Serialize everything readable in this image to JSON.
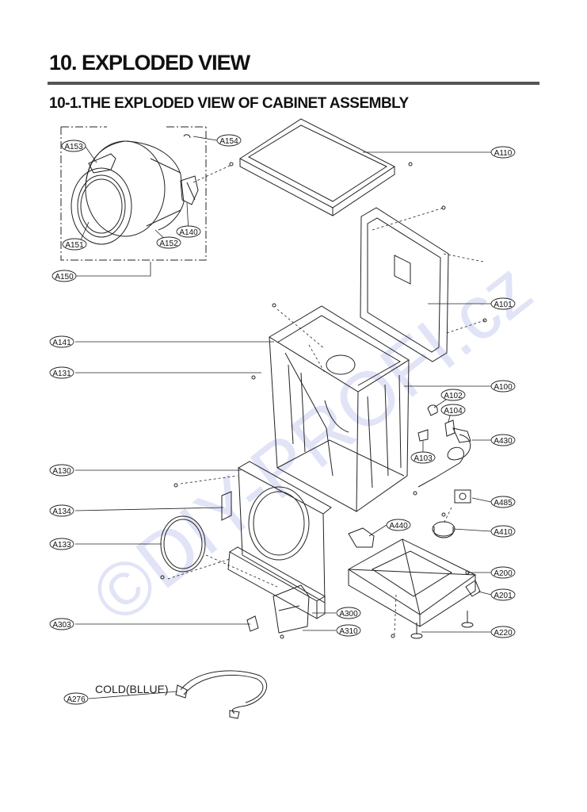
{
  "heading": "10. EXPLODED VIEW",
  "subheading": "10-1.THE EXPLODED VIEW OF CABINET ASSEMBLY",
  "watermark": "©DIY-PROFI.cz",
  "hose_caption": "COLD(BLLUE)",
  "labels": {
    "a153": "A153",
    "a154": "A154",
    "a151": "A151",
    "a152": "A152",
    "a140": "A140",
    "a150": "A150",
    "a110": "A110",
    "a101": "A101",
    "a141": "A141",
    "a131": "A131",
    "a100": "A100",
    "a102": "A102",
    "a104": "A104",
    "a103": "A103",
    "a430": "A430",
    "a130": "A130",
    "a485": "A485",
    "a134": "A134",
    "a440": "A440",
    "a410": "A410",
    "a133": "A133",
    "a200": "A200",
    "a201": "A201",
    "a300": "A300",
    "a303": "A303",
    "a310": "A310",
    "a220": "A220",
    "a276": "A276"
  },
  "colors": {
    "line": "#222222",
    "rule": "#555555",
    "watermark": "#c9cdf2"
  }
}
